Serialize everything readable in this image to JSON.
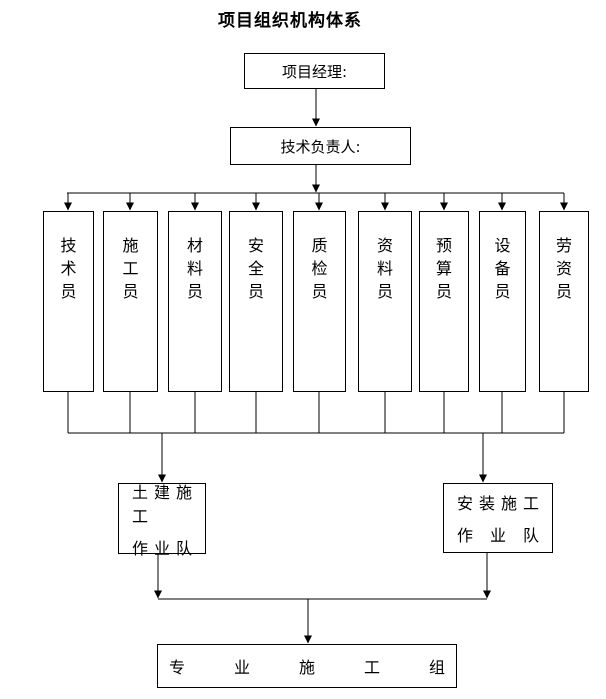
{
  "title": "项目组织机构体系",
  "boxes": {
    "project_manager": "项目经理:",
    "technical_director": "技术负责人:"
  },
  "roles": [
    {
      "label": "技术员"
    },
    {
      "label": "施工员"
    },
    {
      "label": "材料员"
    },
    {
      "label": "安全员"
    },
    {
      "label": "质检员"
    },
    {
      "label": "资料员"
    },
    {
      "label": "预算员"
    },
    {
      "label": "设备员"
    },
    {
      "label": "劳资员"
    }
  ],
  "teams": [
    {
      "line1": "土建施工",
      "line2": "作 业 队"
    },
    {
      "line1": "安 装 施 工",
      "line2": "作 业 队"
    }
  ],
  "bottom_group": "专 业 施 工 组",
  "colors": {
    "line": "#000000",
    "background": "#ffffff",
    "text": "#000000"
  }
}
